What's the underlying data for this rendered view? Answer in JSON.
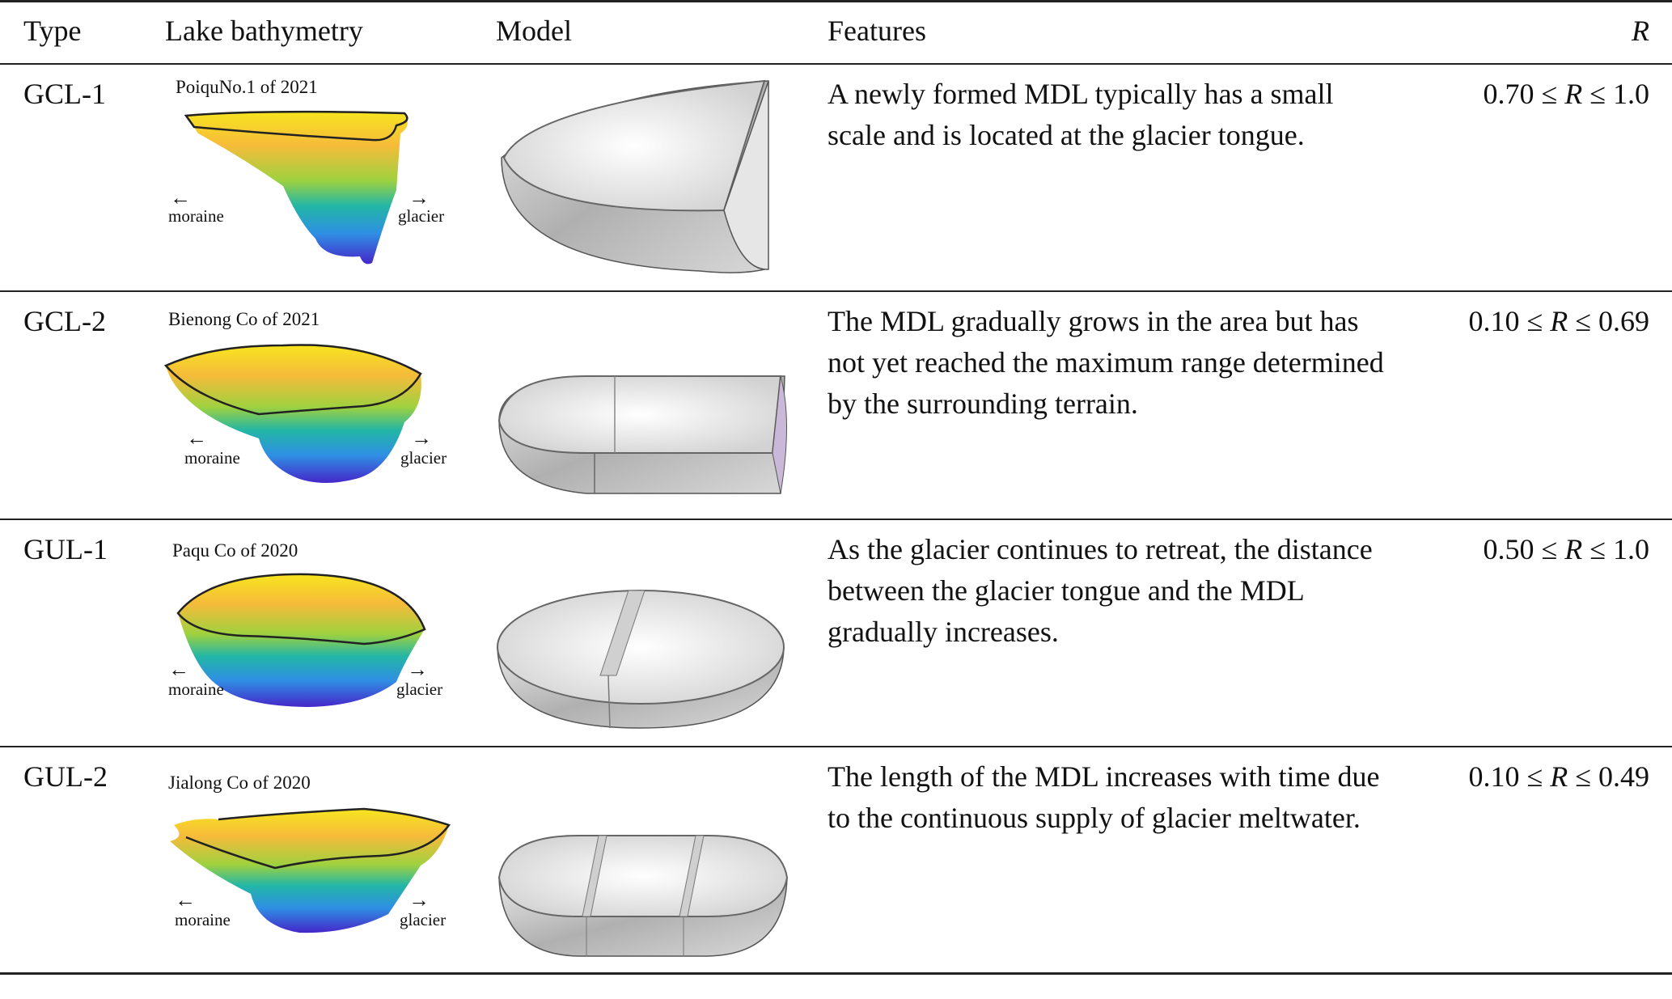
{
  "table": {
    "headers": {
      "type": "Type",
      "bathymetry": "Lake bathymetry",
      "model": "Model",
      "features": "Features",
      "r": "R"
    },
    "rows": [
      {
        "type": "GCL-1",
        "lake_title": "PoiquNo.1 of 2021",
        "left_label": "moraine",
        "right_label": "glacier",
        "features": "A newly formed MDL typically has a small scale and is located at the glacier tongue.",
        "r_low": "0.70",
        "r_var": "R",
        "r_high": "1.0",
        "le": "≤"
      },
      {
        "type": "GCL-2",
        "lake_title": "Bienong Co of 2021",
        "left_label": "moraine",
        "right_label": "glacier",
        "features": "The MDL gradually grows in the area but has not yet reached the maximum range determined by the surrounding terrain.",
        "r_low": "0.10",
        "r_var": "R",
        "r_high": "0.69",
        "le": "≤"
      },
      {
        "type": "GUL-1",
        "lake_title": "Paqu Co of 2020",
        "left_label": "moraine",
        "right_label": "glacier",
        "features": "As the glacier continues to retreat, the distance between the glacier tongue and the MDL gradually increases.",
        "r_low": "0.50",
        "r_var": "R",
        "r_high": "1.0",
        "le": "≤"
      },
      {
        "type": "GUL-2",
        "lake_title": "Jialong Co of 2020",
        "left_label": "moraine",
        "right_label": "glacier",
        "features": "The length of the MDL increases with time due to the continuous supply of glacier meltwater.",
        "r_low": "0.10",
        "r_var": "R",
        "r_high": "0.49",
        "le": "≤"
      }
    ]
  },
  "icons": {
    "left_arrow": "arrow-left-icon",
    "right_arrow": "arrow-right-icon"
  }
}
